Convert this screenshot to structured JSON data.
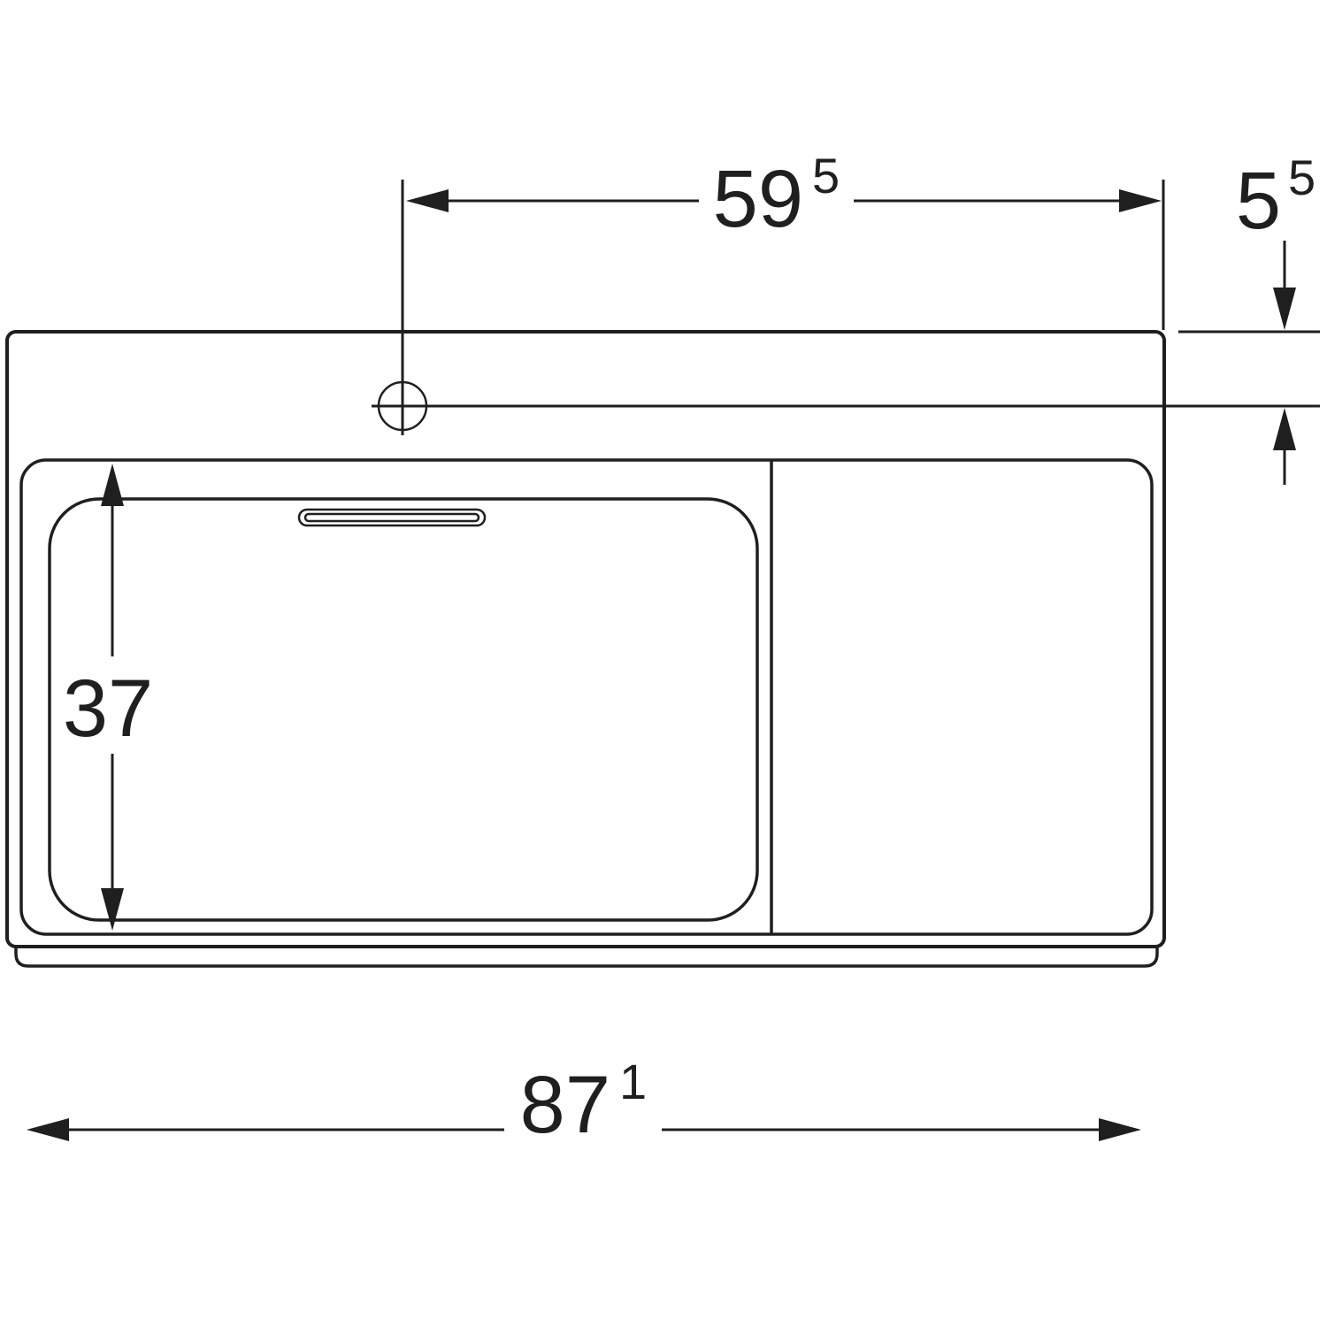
{
  "meta": {
    "type": "technical-dimension-drawing",
    "subject": "washbasin top view with shelf surface right and tap hole"
  },
  "dimensions": {
    "tap_to_right_edge": {
      "value": "59",
      "sup": "5"
    },
    "top_edge_to_tap_center": {
      "value": "5",
      "sup": "5"
    },
    "bowl_depth": {
      "value": "37",
      "sup": ""
    },
    "overall_width": {
      "value": "87",
      "sup": "1"
    }
  },
  "colors": {
    "line": "#1f1f1f",
    "background": "#ffffff"
  }
}
